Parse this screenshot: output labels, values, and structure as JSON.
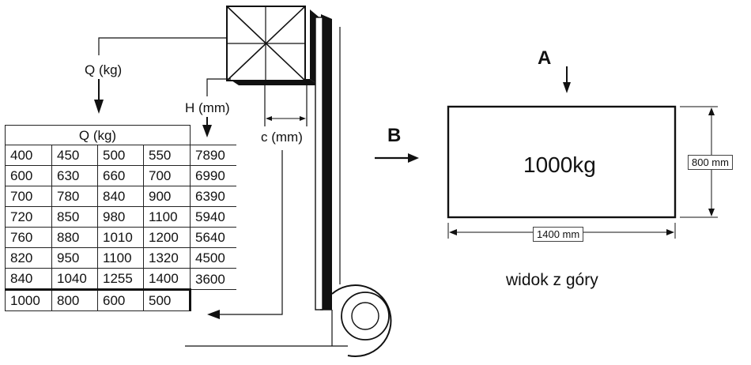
{
  "labels": {
    "q_top": "Q (kg)",
    "h_mm": "H (mm)",
    "c_mm": "c (mm)",
    "table_header": "Q (kg)",
    "view_a": "A",
    "view_b": "B",
    "load_mass": "1000kg",
    "dim_height": "800 mm",
    "dim_width": "1400 mm",
    "caption": "widok z góry"
  },
  "table": {
    "rows": [
      {
        "q": [
          "400",
          "450",
          "500",
          "550"
        ],
        "h": "7890"
      },
      {
        "q": [
          "600",
          "630",
          "660",
          "700"
        ],
        "h": "6990"
      },
      {
        "q": [
          "700",
          "780",
          "840",
          "900"
        ],
        "h": "6390"
      },
      {
        "q": [
          "720",
          "850",
          "980",
          "1100"
        ],
        "h": "5940"
      },
      {
        "q": [
          "760",
          "880",
          "1010",
          "1200"
        ],
        "h": "5640"
      },
      {
        "q": [
          "820",
          "950",
          "1100",
          "1320"
        ],
        "h": "4500"
      },
      {
        "q": [
          "840",
          "1040",
          "1255",
          "1400"
        ],
        "h": "3600"
      }
    ],
    "c_row": [
      "1000",
      "800",
      "600",
      "500"
    ]
  }
}
